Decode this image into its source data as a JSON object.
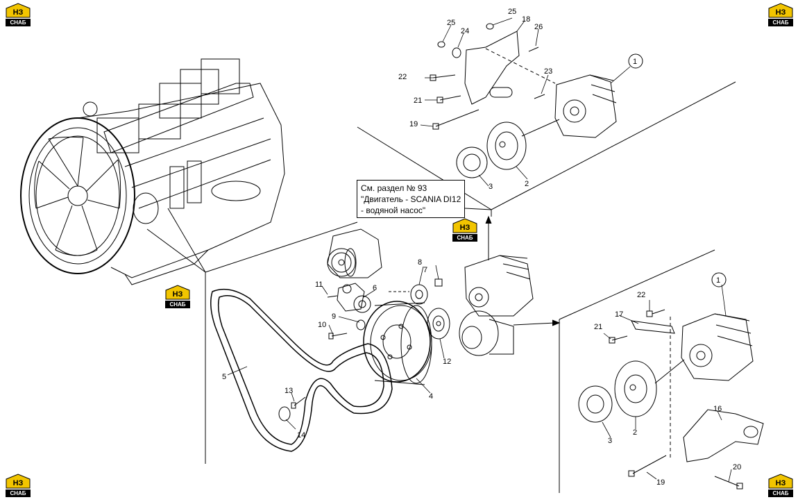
{
  "callout": {
    "line1": "См. раздел № 93",
    "line2": "\"Двигатель - SCANIA DI12",
    "line3": "- водяной насос\""
  },
  "logo": {
    "mark": "НЗ",
    "word": "СНАБ",
    "accent": "#f2c500"
  },
  "labels": {
    "p1_top": "1",
    "p1_bottom": "1",
    "p2_top": "2",
    "p2_bottom": "2",
    "p3_top": "3",
    "p3_bottom": "3",
    "p4": "4",
    "p5": "5",
    "p6": "6",
    "p7": "7",
    "p8": "8",
    "p9": "9",
    "p10": "10",
    "p11": "11",
    "p12": "12",
    "p13": "13",
    "p14": "14",
    "p16": "16",
    "p17": "17",
    "p18": "18",
    "p19_top": "19",
    "p19_bottom": "19",
    "p20": "20",
    "p21_top": "21",
    "p21_bottom": "21",
    "p22_top": "22",
    "p22_bottom": "22",
    "p23": "23",
    "p24": "24",
    "p25_a": "25",
    "p25_b": "25",
    "p26": "26"
  }
}
